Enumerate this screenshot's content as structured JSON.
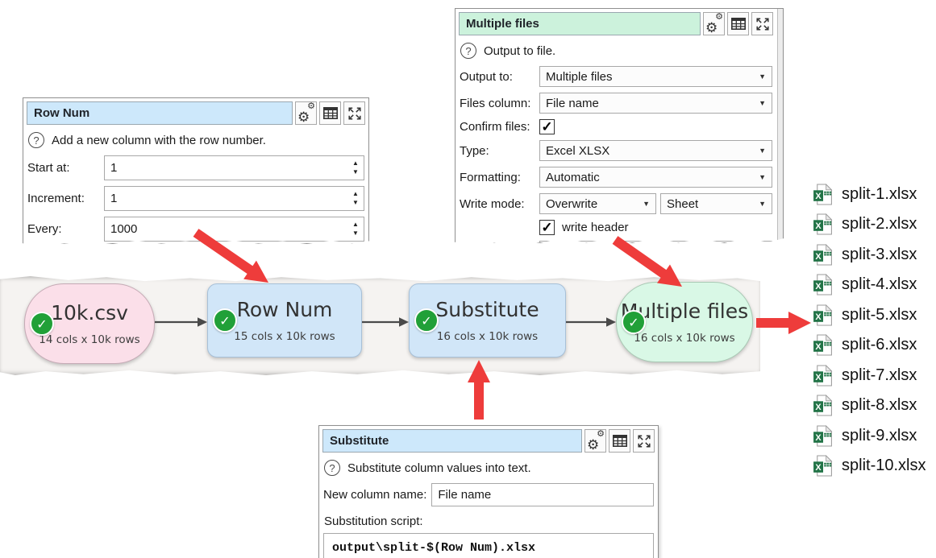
{
  "panels": {
    "row_num": {
      "title": "Row Num",
      "description": "Add a new column with the row number.",
      "fields": [
        {
          "label": "Start at:",
          "value": "1"
        },
        {
          "label": "Increment:",
          "value": "1"
        },
        {
          "label": "Every:",
          "value": "1000"
        }
      ]
    },
    "multiple_files": {
      "title": "Multiple files",
      "description": "Output to file.",
      "output_to": {
        "label": "Output to:",
        "value": "Multiple files"
      },
      "files_column": {
        "label": "Files column:",
        "value": "File name"
      },
      "confirm_files": {
        "label": "Confirm files:",
        "checked": true
      },
      "type": {
        "label": "Type:",
        "value": "Excel XLSX"
      },
      "formatting": {
        "label": "Formatting:",
        "value": "Automatic"
      },
      "write_mode": {
        "label": "Write mode:",
        "value1": "Overwrite",
        "value2": "Sheet"
      },
      "write_header": {
        "label": "write header",
        "checked": true
      }
    },
    "substitute": {
      "title": "Substitute",
      "description": "Substitute column values into text.",
      "new_column": {
        "label": "New column name:",
        "value": "File name"
      },
      "script_label": "Substitution script:",
      "script_value": "output\\split-$(Row Num).xlsx"
    }
  },
  "flow": {
    "nodes": [
      {
        "title": "10k.csv",
        "subtitle": "14 cols x 10k rows",
        "shape": "stadium",
        "color": "#fbdfe9"
      },
      {
        "title": "Row Num",
        "subtitle": "15 cols x 10k rows",
        "shape": "rounded",
        "color": "#d1e6f8"
      },
      {
        "title": "Substitute",
        "subtitle": "16 cols x 10k rows",
        "shape": "rounded",
        "color": "#d1e6f8"
      },
      {
        "title": "Multiple files",
        "subtitle": "16 cols x 10k rows",
        "shape": "stadium",
        "color": "#d9f8e6"
      }
    ]
  },
  "files": [
    "split-1.xlsx",
    "split-2.xlsx",
    "split-3.xlsx",
    "split-4.xlsx",
    "split-5.xlsx",
    "split-6.xlsx",
    "split-7.xlsx",
    "split-8.xlsx",
    "split-9.xlsx",
    "split-10.xlsx"
  ],
  "icons": {
    "help": "?",
    "check": "✓",
    "dropdown_arrow": "▼",
    "spin_up": "▲",
    "spin_down": "▼",
    "gear": "⚙",
    "excel_letter": "X"
  },
  "colors": {
    "accent_red": "#ee3c3b",
    "panel_title_blue": "#cde8fb",
    "panel_title_green": "#ccf2dc",
    "node_pink": "#fbdfe9",
    "node_blue": "#d1e6f8",
    "node_green": "#d9f8e6",
    "status_green": "#21a038",
    "excel_green": "#217346"
  }
}
